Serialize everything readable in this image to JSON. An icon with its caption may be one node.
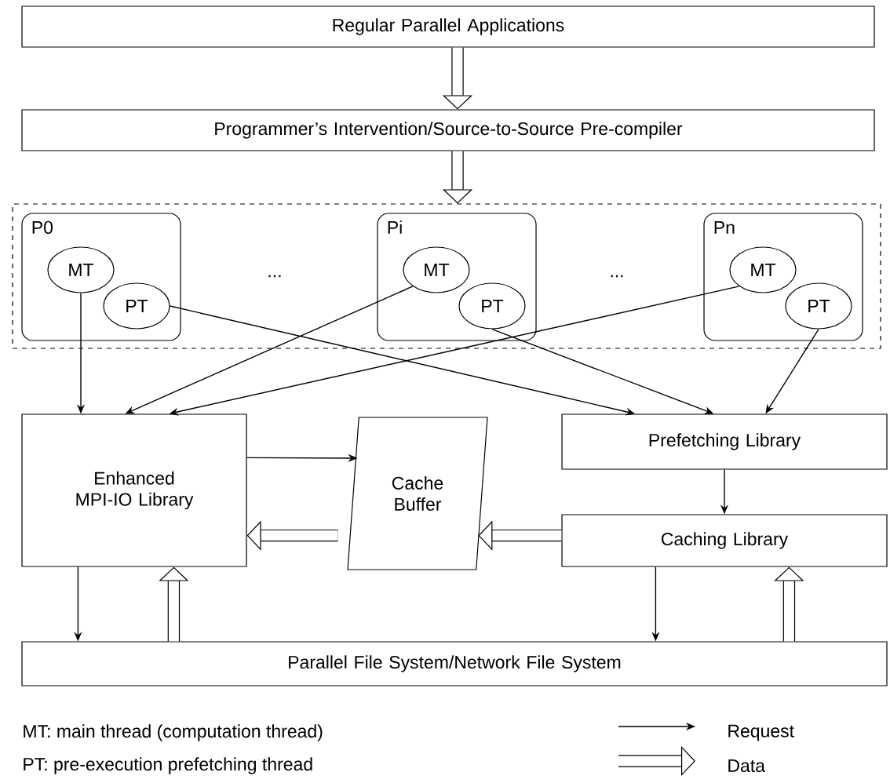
{
  "diagram": {
    "nodes": [
      {
        "text": [
          "Regular Parallel Applications"
        ]
      },
      {
        "text": [
          "Programmer’s Intervention/Source-to-Source Pre-compiler"
        ]
      },
      {
        "text": [],
        "shape": "box"
      },
      {
        "text": [
          "P0"
        ],
        "in": 2
      },
      {
        "text": [
          "MT"
        ],
        "in": 3
      },
      {
        "text": [
          "PT"
        ],
        "in": 3
      },
      {
        "text": [
          "Pi"
        ],
        "in": 2
      },
      {
        "text": [
          "MT"
        ],
        "in": 6
      },
      {
        "text": [
          "PT"
        ],
        "in": 6
      },
      {
        "text": [
          "Pn"
        ],
        "in": 2
      },
      {
        "text": [
          "MT"
        ],
        "in": 9
      },
      {
        "text": [
          "PT"
        ],
        "in": 9
      },
      {
        "text": [
          "Enhanced MPI-IO Library"
        ]
      },
      {
        "text": [
          "Cache Buffer"
        ]
      },
      {
        "text": [
          "Prefetching Library"
        ]
      },
      {
        "text": [
          "Caching Library"
        ]
      },
      {
        "text": [
          "Parallel File System/Network File System"
        ]
      }
    ],
    "edges": [
      {
        "from": 4,
        "to": 12,
        "arrow": "to"
      },
      {
        "from": 5,
        "to": 14,
        "arrow": "to"
      },
      {
        "from": 7,
        "to": 12,
        "arrow": "to"
      },
      {
        "from": 8,
        "to": 14,
        "arrow": "to"
      },
      {
        "from": 10,
        "to": 12,
        "arrow": "to"
      },
      {
        "from": 11,
        "to": 14,
        "arrow": "to"
      },
      {
        "from": 12,
        "to": 13,
        "arrow": "to"
      },
      {
        "from": 14,
        "to": 15,
        "arrow": "to"
      },
      {
        "from": 12,
        "to": 16,
        "arrow": "to"
      },
      {
        "from": 15,
        "to": 16,
        "arrow": "to"
      },
      {
        "from": 0,
        "to": 1,
        "arrow": "to",
        "style": "thick"
      },
      {
        "from": 1,
        "to": 2,
        "arrow": "to",
        "style": "thick"
      },
      {
        "from": 13,
        "to": 12,
        "arrow": "to",
        "style": "thick"
      },
      {
        "from": 15,
        "to": 13,
        "arrow": "to",
        "style": "thick"
      },
      {
        "from": 16,
        "to": 12,
        "arrow": "to",
        "style": "thick"
      },
      {
        "from": 16,
        "to": 15,
        "arrow": "to",
        "style": "thick"
      }
    ],
    "labels": [
      "...",
      "...",
      "MT: main thread (computation thread)",
      "PT: pre-execution prefetching thread"
    ],
    "legend": [
      {
        "text": "Request"
      },
      {
        "text": "Data"
      }
    ]
  }
}
